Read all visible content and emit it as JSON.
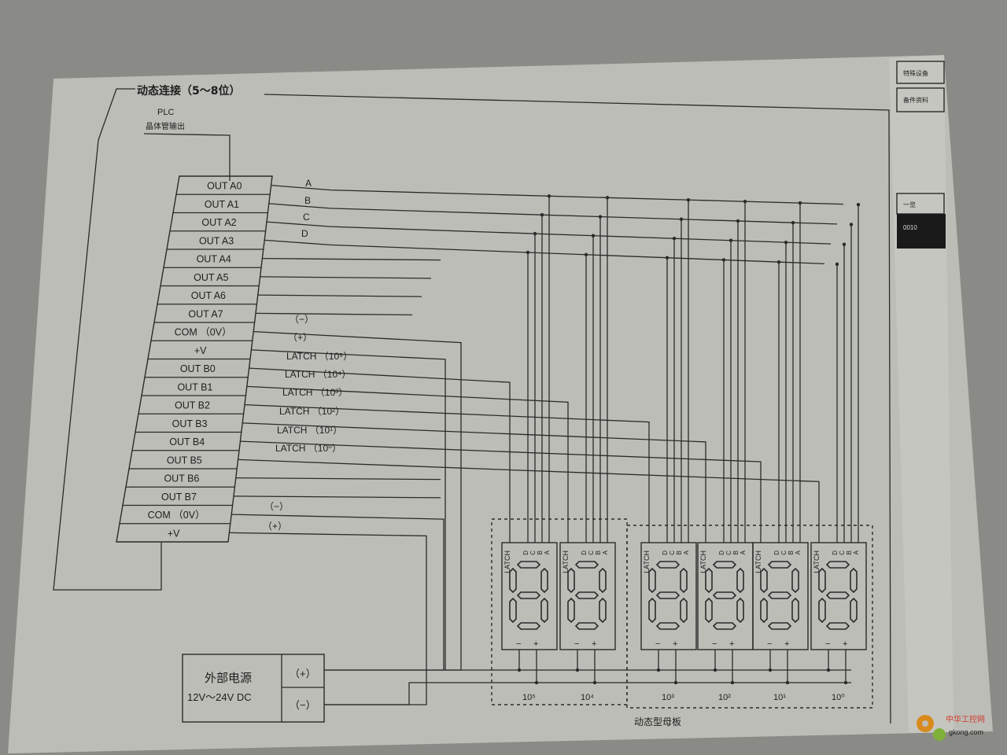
{
  "title": "动态连接（5～8位）",
  "plc": {
    "label": "PLC",
    "sublabel": "晶体管输出"
  },
  "terminals": [
    "OUT A0",
    "OUT A1",
    "OUT A2",
    "OUT A3",
    "OUT A4",
    "OUT A5",
    "OUT A6",
    "OUT A7",
    "COM （0V）",
    "+V",
    "OUT B0",
    "OUT B1",
    "OUT B2",
    "OUT B3",
    "OUT B4",
    "OUT B5",
    "OUT B6",
    "OUT B7",
    "COM （0V）",
    "+V"
  ],
  "data_lines": [
    "A",
    "B",
    "C",
    "D"
  ],
  "power_marks": {
    "minus": "（−）",
    "plus": "（+）"
  },
  "latch_lines": [
    "LATCH （10⁵）",
    "LATCH （10⁴）",
    "LATCH （10³）",
    "LATCH （10²）",
    "LATCH （10¹）",
    "LATCH （10⁰）"
  ],
  "modules": [
    {
      "digit_label": "10⁵"
    },
    {
      "digit_label": "10⁴"
    },
    {
      "digit_label": "10³"
    },
    {
      "digit_label": "10²"
    },
    {
      "digit_label": "10¹"
    },
    {
      "digit_label": "10⁰"
    }
  ],
  "module_pins": [
    "LATCH",
    "D",
    "C",
    "B",
    "A"
  ],
  "module_power": [
    "−",
    "+"
  ],
  "board_label": "动态型母板",
  "power_supply": {
    "title": "外部电源",
    "range": "12V～24V DC",
    "plus": "（+）",
    "minus": "（−）"
  },
  "side_tabs": [
    "特殊设备",
    "备件资料",
    "一览",
    "0010"
  ],
  "watermark": {
    "cn": "中华工控网",
    "url": "gkong.com"
  }
}
